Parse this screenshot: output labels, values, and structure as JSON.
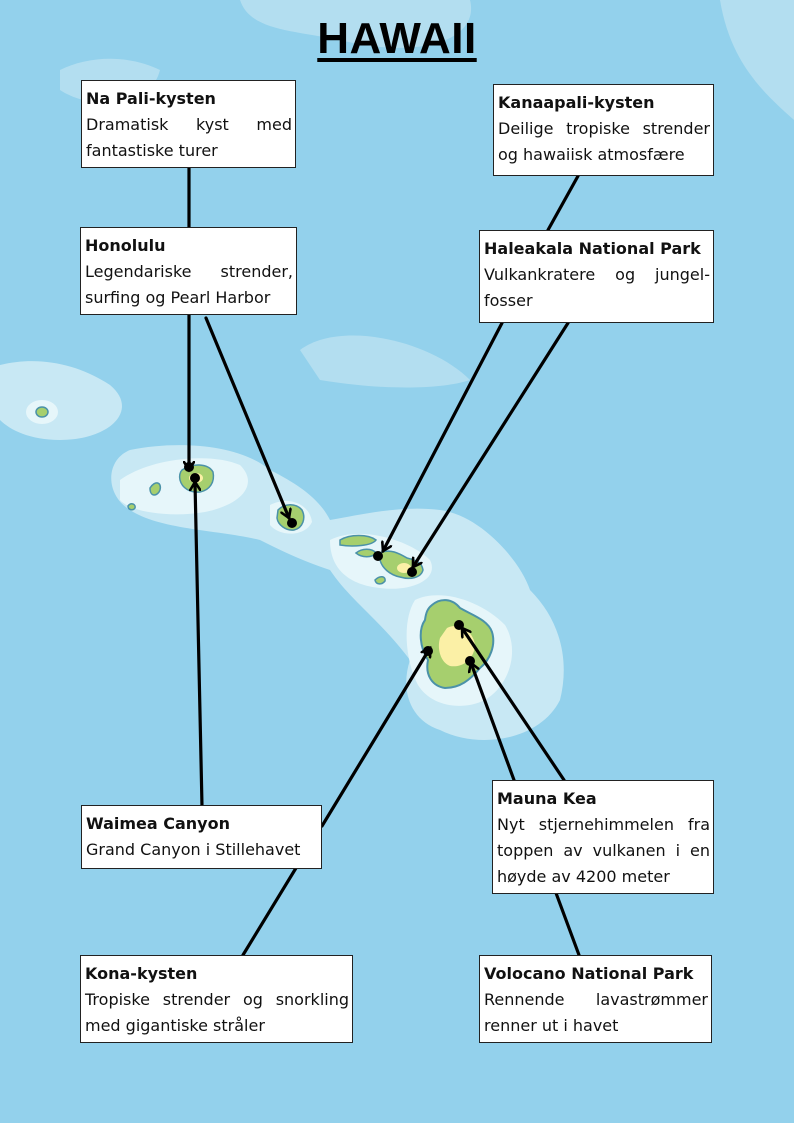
{
  "title": "HAWAII",
  "colors": {
    "ocean": "#93d1ec",
    "shallow": "#def3f8",
    "land": "#a6cf6e",
    "peak": "#fbf0a6",
    "coast": "#4b92a8"
  },
  "places": [
    {
      "id": "na-pali",
      "name": "Na Pali-kysten",
      "description": "Dramatisk kyst med fantastiske turer"
    },
    {
      "id": "kanaapali",
      "name": "Kanaapali-kysten",
      "description": "Deilige tropiske strender og hawaiisk atmosfære"
    },
    {
      "id": "honolulu",
      "name": "Honolulu",
      "description": "Legendariske strender, surfing og Pearl Harbor"
    },
    {
      "id": "haleakala",
      "name": "Haleakala National Park",
      "description": "Vulkankratere og jungel-fosser"
    },
    {
      "id": "waimea",
      "name": "Waimea Canyon",
      "description": "Grand Canyon i Stillehavet"
    },
    {
      "id": "mauna-kea",
      "name": "Mauna Kea",
      "description": "Nyt stjernehimmelen fra toppen av vulkanen i en høyde av 4200 meter"
    },
    {
      "id": "kona",
      "name": "Kona-kysten",
      "description": "Tropiske strender og snorkling med gigantiske stråler"
    },
    {
      "id": "volcano",
      "name": "Volocano National Park",
      "description": "Rennende lavastrømmer renner ut i havet"
    }
  ]
}
